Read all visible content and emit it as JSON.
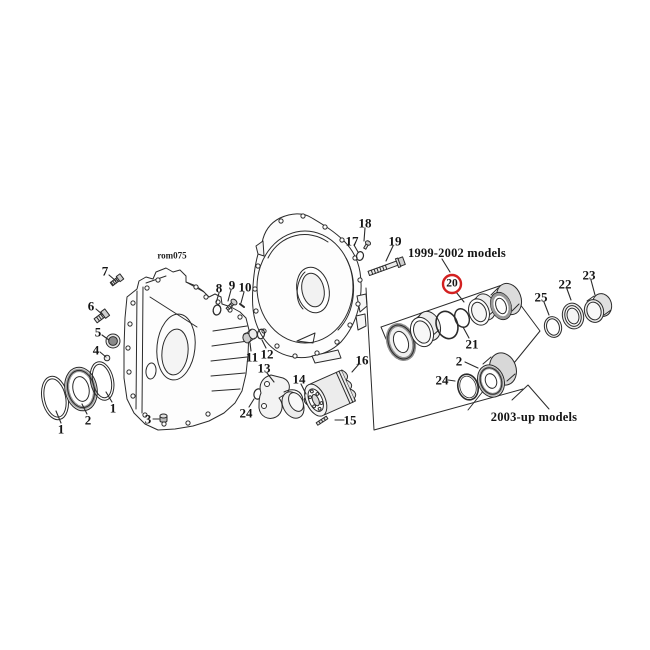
{
  "diagram": {
    "watermark": "rom075",
    "highlighted_part": {
      "number": "20"
    },
    "model_notes": [
      {
        "id": "note-1999-2002",
        "text": "1999-2002 models"
      },
      {
        "id": "note-2003-up",
        "text": "2003-up models"
      }
    ],
    "colors": {
      "line": "#2b2b2b",
      "highlight_ring": "#d32020",
      "shade_light": "#ececec",
      "shade_mid": "#d9d9d9",
      "background": "#ffffff"
    },
    "part_labels": [
      {
        "text": "7"
      },
      {
        "text": "6"
      },
      {
        "text": "5"
      },
      {
        "text": "4"
      },
      {
        "text": "1"
      },
      {
        "text": "2"
      },
      {
        "text": "1"
      },
      {
        "text": "3"
      },
      {
        "text": "8"
      },
      {
        "text": "9"
      },
      {
        "text": "10"
      },
      {
        "text": "11"
      },
      {
        "text": "12"
      },
      {
        "text": "13"
      },
      {
        "text": "14"
      },
      {
        "text": "24"
      },
      {
        "text": "15"
      },
      {
        "text": "16"
      },
      {
        "text": "17"
      },
      {
        "text": "18"
      },
      {
        "text": "19"
      },
      {
        "text": "21"
      },
      {
        "text": "2"
      },
      {
        "text": "24"
      },
      {
        "text": "25"
      },
      {
        "text": "22"
      },
      {
        "text": "23"
      }
    ]
  }
}
